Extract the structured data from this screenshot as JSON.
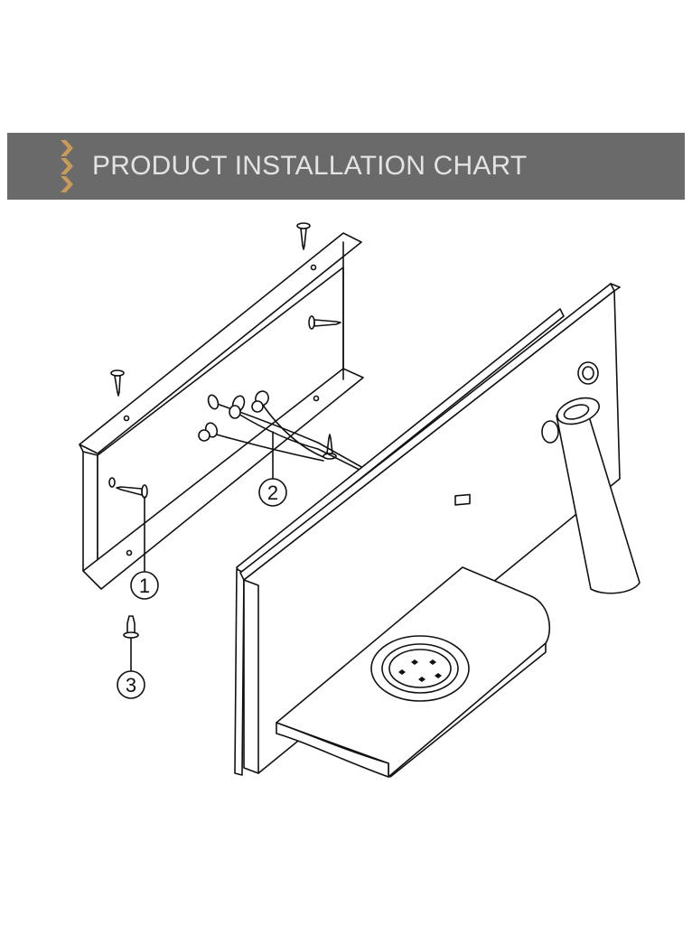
{
  "banner": {
    "title": "PRODUCT INSTALLATION CHART",
    "background_color": "#6a6a6a",
    "title_color": "#e3e3e3",
    "accent_color": "#c89a5a"
  },
  "callouts": {
    "mounting_screw": "1",
    "wire_connectors": "2",
    "base_screw": "3"
  },
  "icons": [
    "chevron-stripes-icon"
  ]
}
